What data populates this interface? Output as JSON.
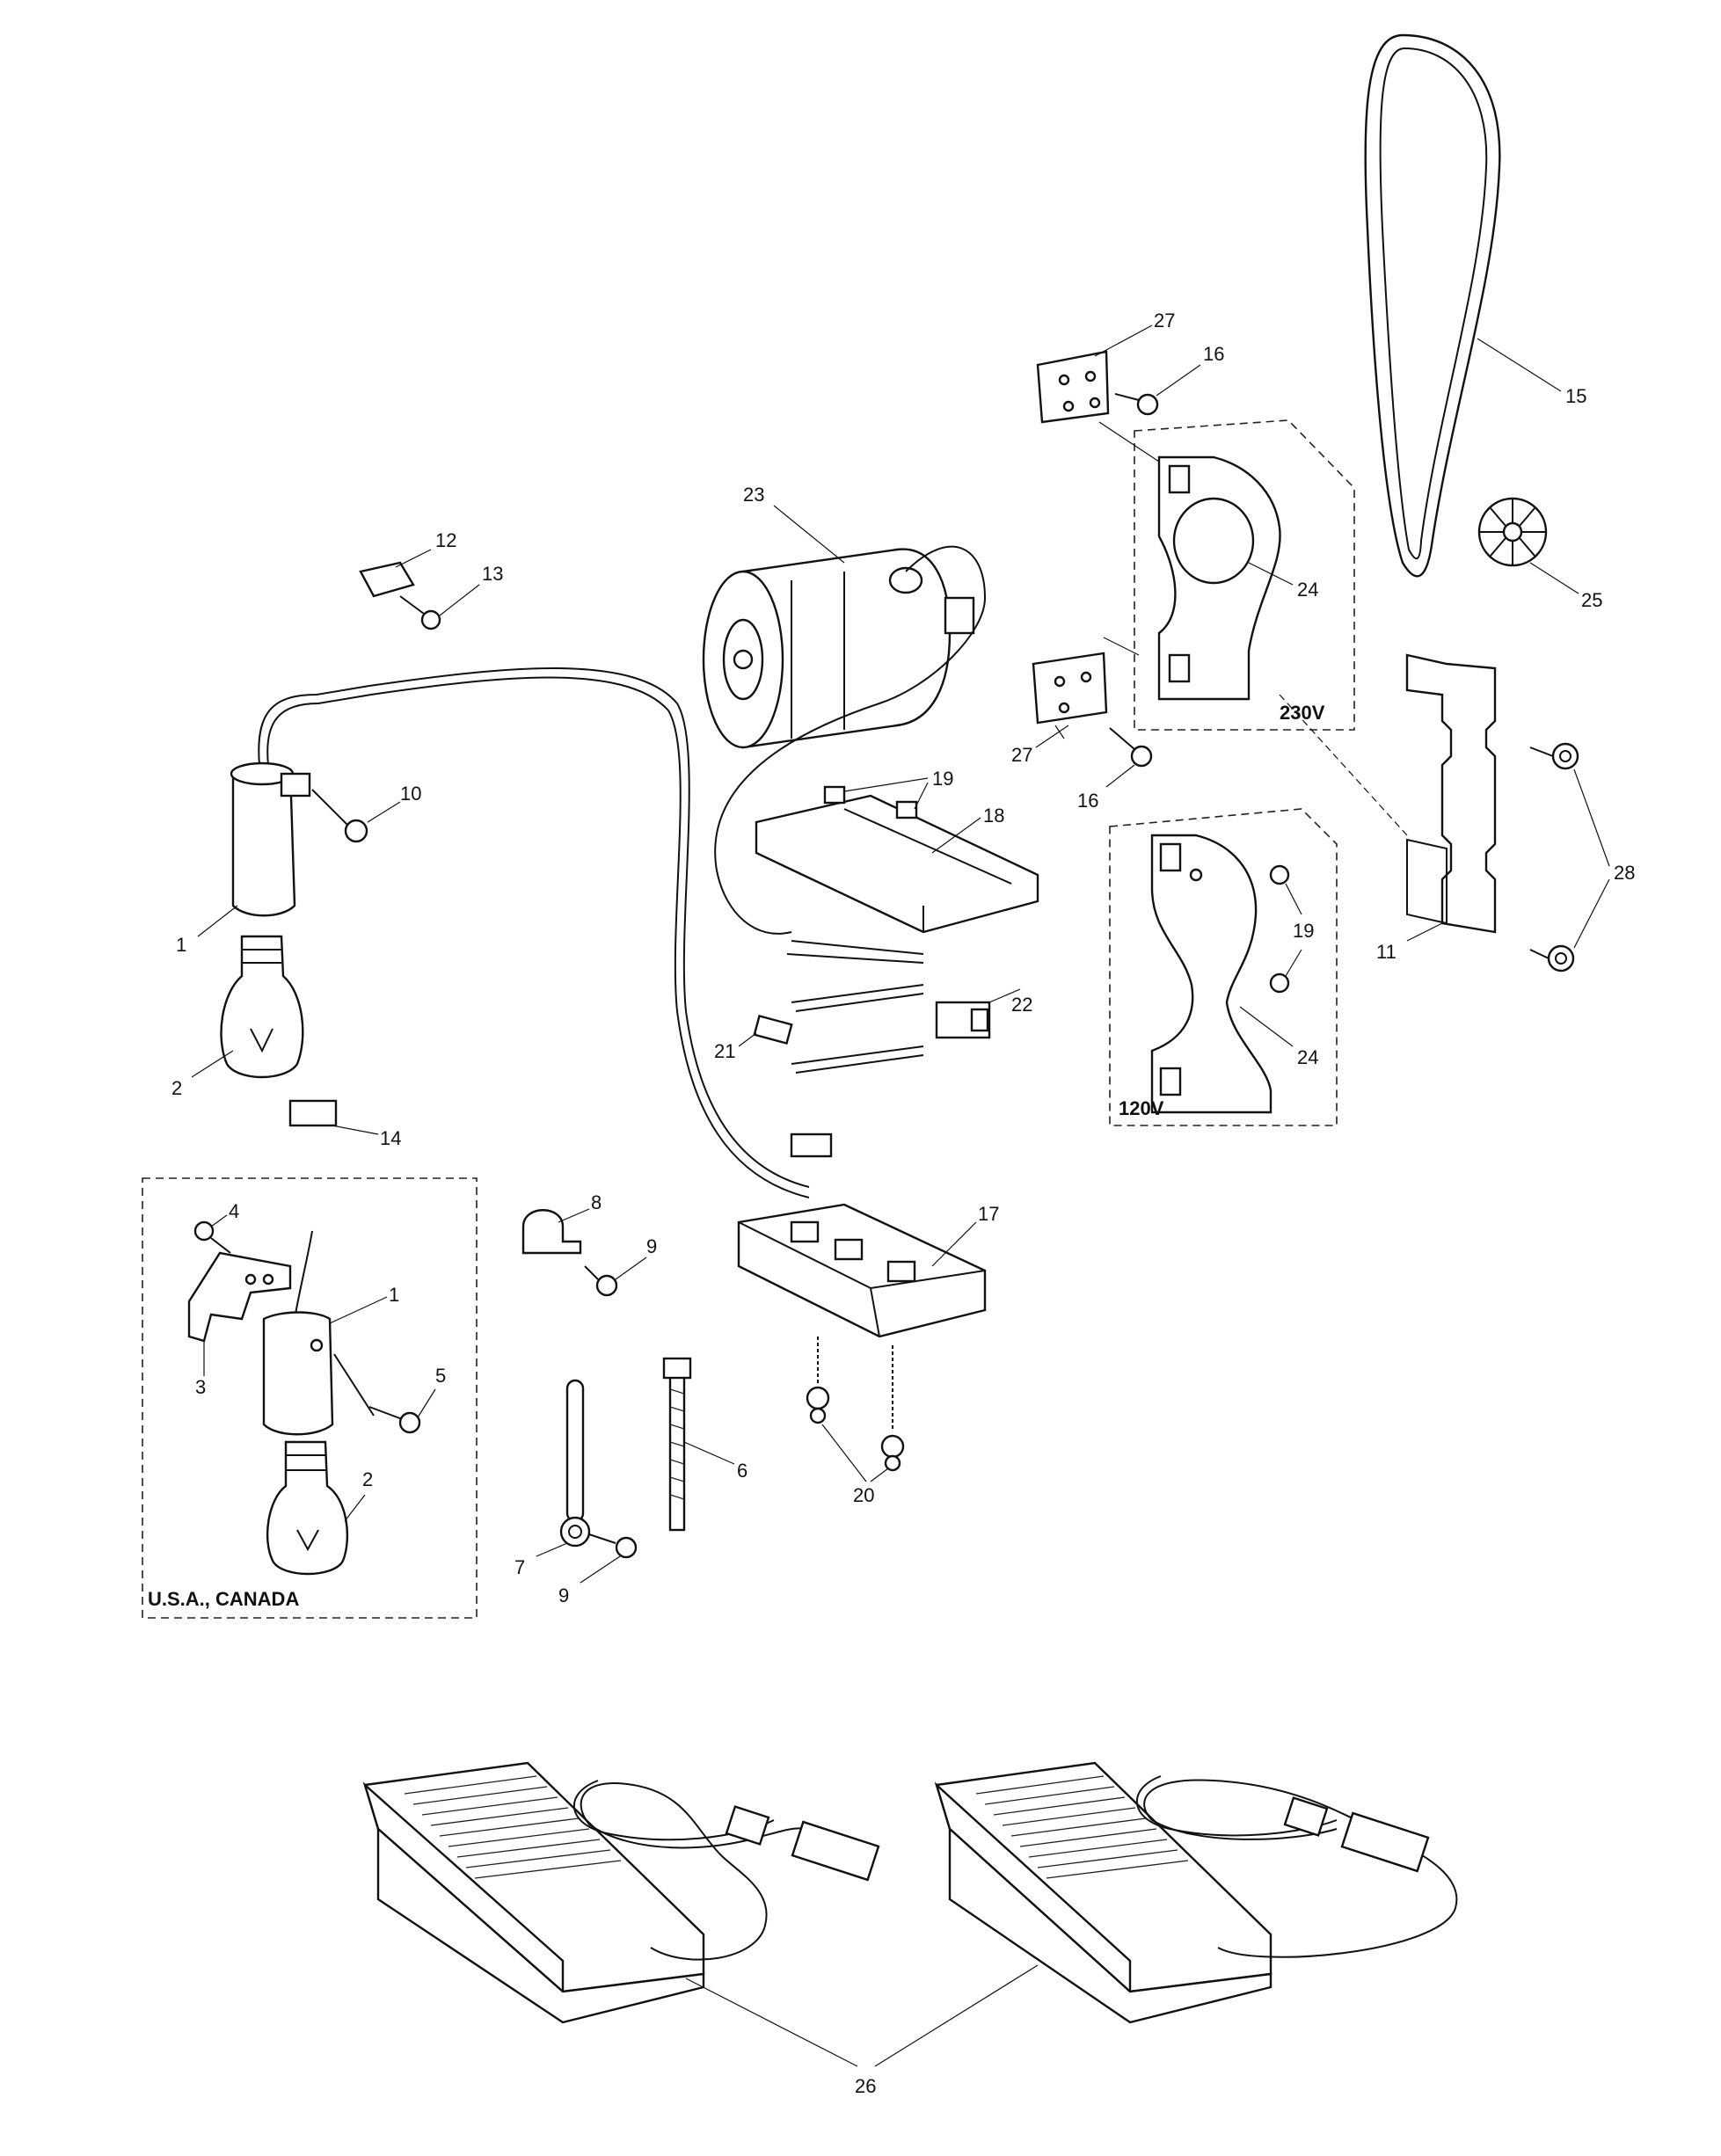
{
  "callouts": {
    "c1": "1",
    "c2": "2",
    "c3": "3",
    "c4": "4",
    "c5": "5",
    "c6": "6",
    "c7": "7",
    "c8": "8",
    "c9": "9",
    "c10": "10",
    "c11": "11",
    "c12": "12",
    "c13": "13",
    "c14": "14",
    "c15": "15",
    "c16": "16",
    "c17": "17",
    "c18": "18",
    "c19": "19",
    "c20": "20",
    "c21": "21",
    "c22": "22",
    "c23": "23",
    "c24": "24",
    "c25": "25",
    "c26": "26",
    "c27": "27",
    "c28": "28"
  },
  "regions": {
    "usa_canada": "U.S.A., CANADA",
    "v230": "230V",
    "v120": "120V"
  }
}
